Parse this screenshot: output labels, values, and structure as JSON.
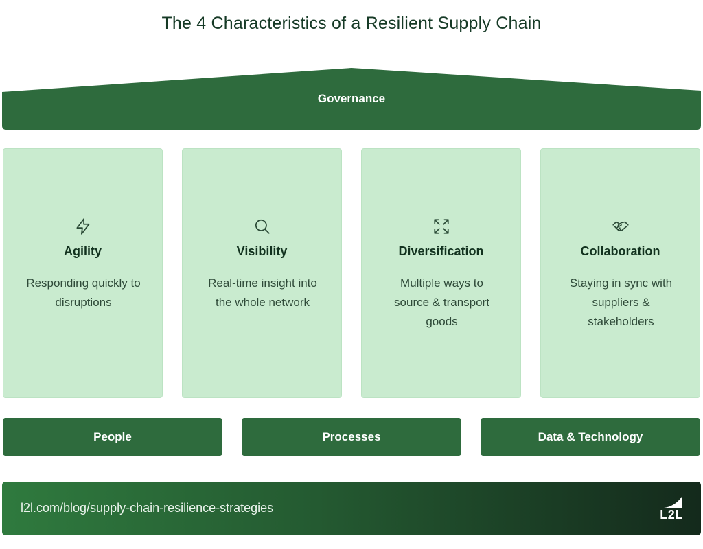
{
  "title": "The 4 Characteristics of a Resilient Supply Chain",
  "roof": {
    "label": "Governance"
  },
  "pillars": [
    {
      "title": "Agility",
      "description": "Responding quickly to disruptions",
      "icon": "lightning-icon"
    },
    {
      "title": "Visibility",
      "description": "Real-time insight into the whole network",
      "icon": "search-icon"
    },
    {
      "title": "Diversification",
      "description": "Multiple ways to source & transport goods",
      "icon": "expand-arrows-icon"
    },
    {
      "title": "Collaboration",
      "description": "Staying in sync with suppliers & stakeholders",
      "icon": "handshake-icon"
    }
  ],
  "foundation": [
    {
      "label": "People"
    },
    {
      "label": "Processes"
    },
    {
      "label": "Data & Technology"
    }
  ],
  "footer": {
    "url": "l2l.com/blog/supply-chain-resilience-strategies",
    "logo_text": "L2L"
  },
  "colors": {
    "dark_green": "#2e6b3d",
    "pillar_fill": "#c9ebcf",
    "text_dark": "#163a26"
  }
}
